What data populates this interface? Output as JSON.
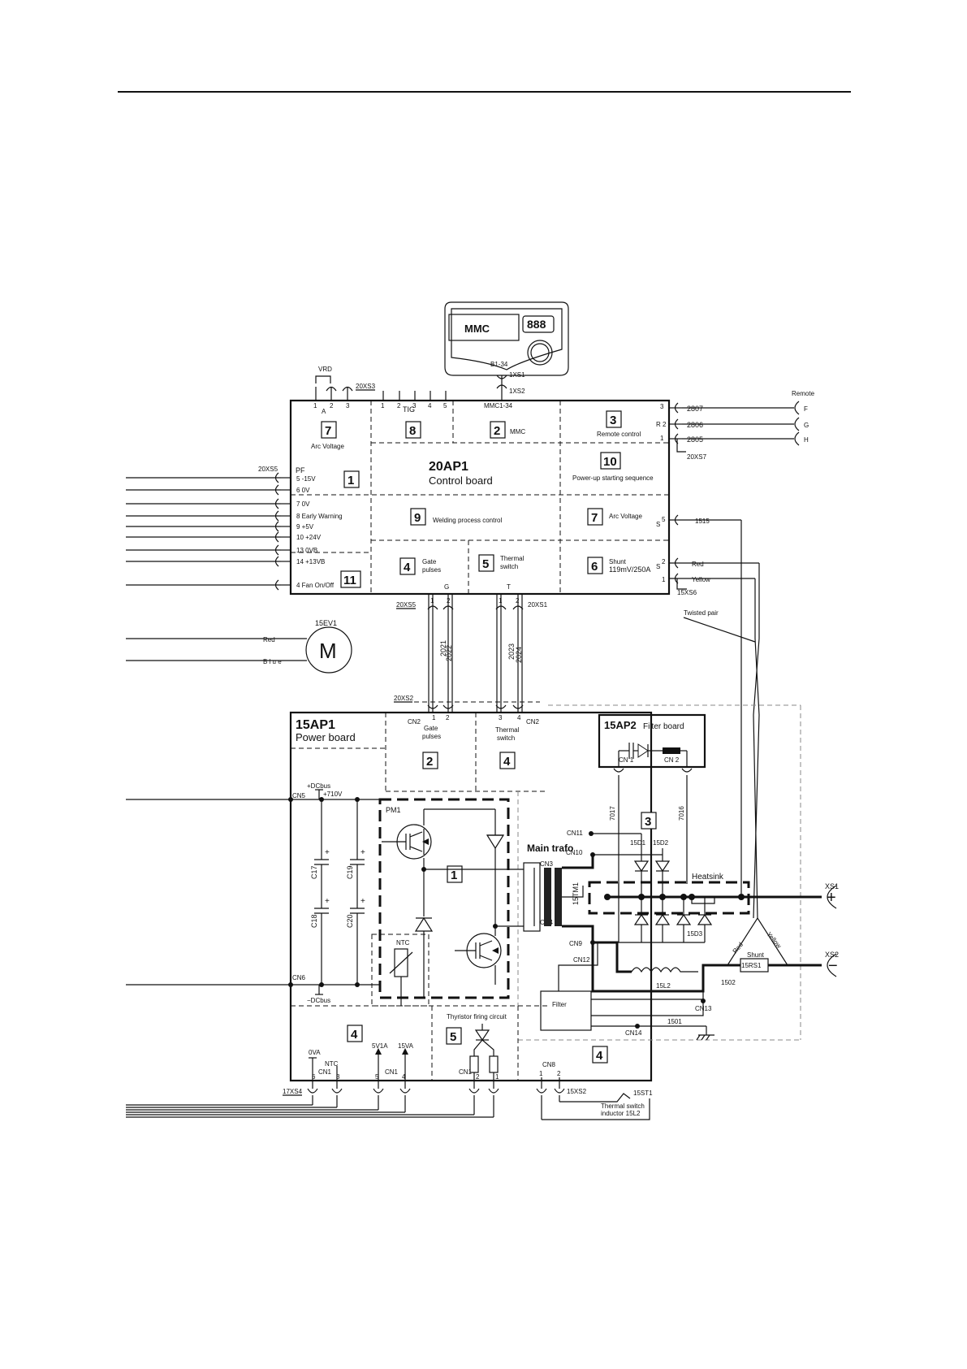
{
  "mmc": {
    "title": "MMC",
    "display": "888",
    "connector": "B1-34",
    "xs1": "1XS1",
    "xs2": "1XS2"
  },
  "control_board": {
    "id": "20AP1",
    "name": "Control board",
    "top_conn": {
      "vrd": "VRD",
      "a": "A",
      "xs3": "20XS3",
      "pins_a": [
        "1",
        "2",
        "3"
      ],
      "tig": "TIG",
      "pins_tig": [
        "1",
        "2",
        "3",
        "4",
        "5"
      ],
      "mmc": "MMC1-34"
    },
    "blocks": {
      "b7a": {
        "num": "7",
        "label": "Arc Voltage"
      },
      "b8": {
        "num": "8"
      },
      "b2": {
        "num": "2",
        "label": "MMC"
      },
      "b3": {
        "num": "3",
        "label": "Remote control"
      },
      "b1": {
        "num": "1"
      },
      "b10": {
        "num": "10",
        "label": "Power-up starting sequence"
      },
      "b9": {
        "num": "9",
        "label": "Welding process control"
      },
      "b7b": {
        "num": "7",
        "label": "Arc Voltage"
      },
      "b4": {
        "num": "4",
        "label1": "Gate",
        "label2": "pulses",
        "pin": "G"
      },
      "b5": {
        "num": "5",
        "label1": "Thermal",
        "label2": "switch",
        "pin": "T"
      },
      "b6": {
        "num": "6",
        "label1": "Shunt",
        "label2": "119mV/250A"
      },
      "b11": {
        "num": "11"
      }
    },
    "left_conn": {
      "xs": "20XS5",
      "pf": "PF",
      "pins": [
        "5 -15V",
        "6 0V",
        "7 0V",
        "8 Early Warning",
        "9 +5V",
        "10 +24V",
        "13 0VB",
        "14 +13VB",
        "4 Fan On/Off"
      ]
    },
    "remote": {
      "title": "Remote",
      "pins": [
        "3",
        "R 2",
        "1"
      ],
      "wires": [
        "2807",
        "2806",
        "2805"
      ],
      "plug": [
        "F",
        "G",
        "H"
      ],
      "xs": "20XS7"
    },
    "right_s": {
      "s5": "S",
      "s5n": "5",
      "wire1515": "1515",
      "s2": "S",
      "s2n": "2",
      "s1": "1",
      "red": "Red",
      "yellow": "Yellow",
      "xs": "15XS6",
      "twisted": "Twisted pair"
    },
    "bottom_conn": {
      "xs5": "20XS5",
      "xs1": "20XS1",
      "pins": [
        "1",
        "2",
        "1",
        "2"
      ]
    }
  },
  "motor": {
    "id": "15EV1",
    "symbol": "M",
    "red": "Red",
    "blue": "B l u e"
  },
  "wires_mid": [
    "2021",
    "2022",
    "2023",
    "2024"
  ],
  "xs2_label": "20XS2",
  "power_board": {
    "id": "15AP1",
    "name": "Power board",
    "cn2": "CN2",
    "cn2b": "CN2",
    "gate": {
      "num": "2",
      "label1": "Gate",
      "label2": "pulses",
      "pins": [
        "1",
        "2"
      ]
    },
    "thermal": {
      "num": "4",
      "label1": "Thermal",
      "label2": "switch",
      "pins": [
        "3",
        "4"
      ]
    },
    "dcbus_p": "+DCbus",
    "v710": "+710V",
    "dcbus_n": "−DCbus",
    "cn5": "CN5",
    "cn6": "CN6",
    "caps": [
      "C17",
      "C18",
      "C19",
      "C20"
    ],
    "pm1": "PM1",
    "pm_num": "1",
    "ntc": "NTC",
    "cn3": "CN3",
    "cn4": "CN4",
    "cn9": "CN9",
    "cn10": "CN10",
    "cn11": "CN11",
    "cn12": "CN12",
    "cn13": "CN13",
    "cn14": "CN14",
    "main_trafo": "Main trafo",
    "trafo_id": "15TM1",
    "filter": "Filter",
    "block4a": {
      "num": "4",
      "v0a": "0VA",
      "ntc": "NTC",
      "cn1": "CN1",
      "pins": [
        "6",
        "3"
      ],
      "v5a": "5V1A",
      "v15a": "15VA",
      "cn1b": "CN1",
      "pins2": [
        "5",
        "4"
      ]
    },
    "thyristor": {
      "label": "Thyristor firing circuit",
      "num": "5",
      "cn1": "CN1",
      "pins": [
        "2",
        "1"
      ]
    },
    "block4b": {
      "num": "4",
      "cn8": "CN8",
      "pins": [
        "1",
        "2"
      ]
    },
    "xs4": "17XS4",
    "xs2": "15XS2",
    "st1": "15ST1",
    "st1_note1": "Thermal switch",
    "st1_note2": "inductor 15L2"
  },
  "filter_board": {
    "id": "15AP2",
    "name": "Filter board",
    "cn1": "CN 1",
    "cn2": "CN 2",
    "num": "3",
    "w1": "7017",
    "w2": "7016"
  },
  "heatsink": {
    "label": "Heatsink",
    "d1": "15D1",
    "d2": "15D2",
    "d3": "15D3"
  },
  "output": {
    "xs1": "XS1",
    "xs2": "XS2",
    "plus": "+",
    "minus": "−",
    "shunt": "Shunt",
    "rs1": "15RS1",
    "red": "Red",
    "yellow": "Yellow",
    "w1502": "1502",
    "inductor": "15L2",
    "w1501": "1501"
  }
}
